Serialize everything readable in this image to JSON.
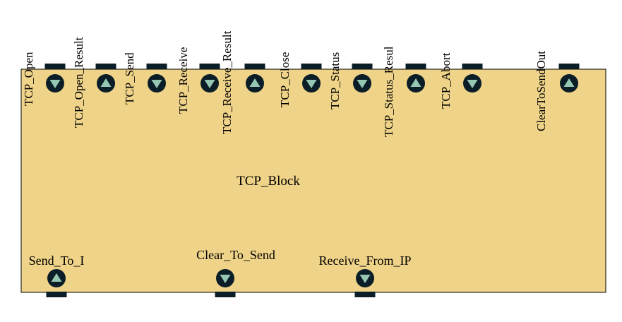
{
  "block": {
    "name": "TCP_Block",
    "fill_color": "#efd388",
    "border_color": "#000000",
    "port_color": "#0b1e28",
    "arrow_color": "#95c7b2"
  },
  "top_ports": [
    {
      "label": "TCP_Open",
      "direction": "in"
    },
    {
      "label": "TCP_Open_Result",
      "direction": "out"
    },
    {
      "label": "TCP_Send",
      "direction": "in"
    },
    {
      "label": "TCP_Receive",
      "direction": "in"
    },
    {
      "label": "TCP_Receive_Result",
      "direction": "out"
    },
    {
      "label": "TCP_Close",
      "direction": "in"
    },
    {
      "label": "TCP_Status",
      "direction": "in"
    },
    {
      "label": "TCP_Status_Resul",
      "direction": "out"
    },
    {
      "label": "TCP_Abort",
      "direction": "in"
    },
    {
      "label": "ClearToSendOut",
      "direction": "out"
    }
  ],
  "bottom_ports": [
    {
      "label": "Send_To_I",
      "direction": "out"
    },
    {
      "label": "Clear_To_Send",
      "direction": "in"
    },
    {
      "label": "Receive_From_IP",
      "direction": "in"
    }
  ]
}
